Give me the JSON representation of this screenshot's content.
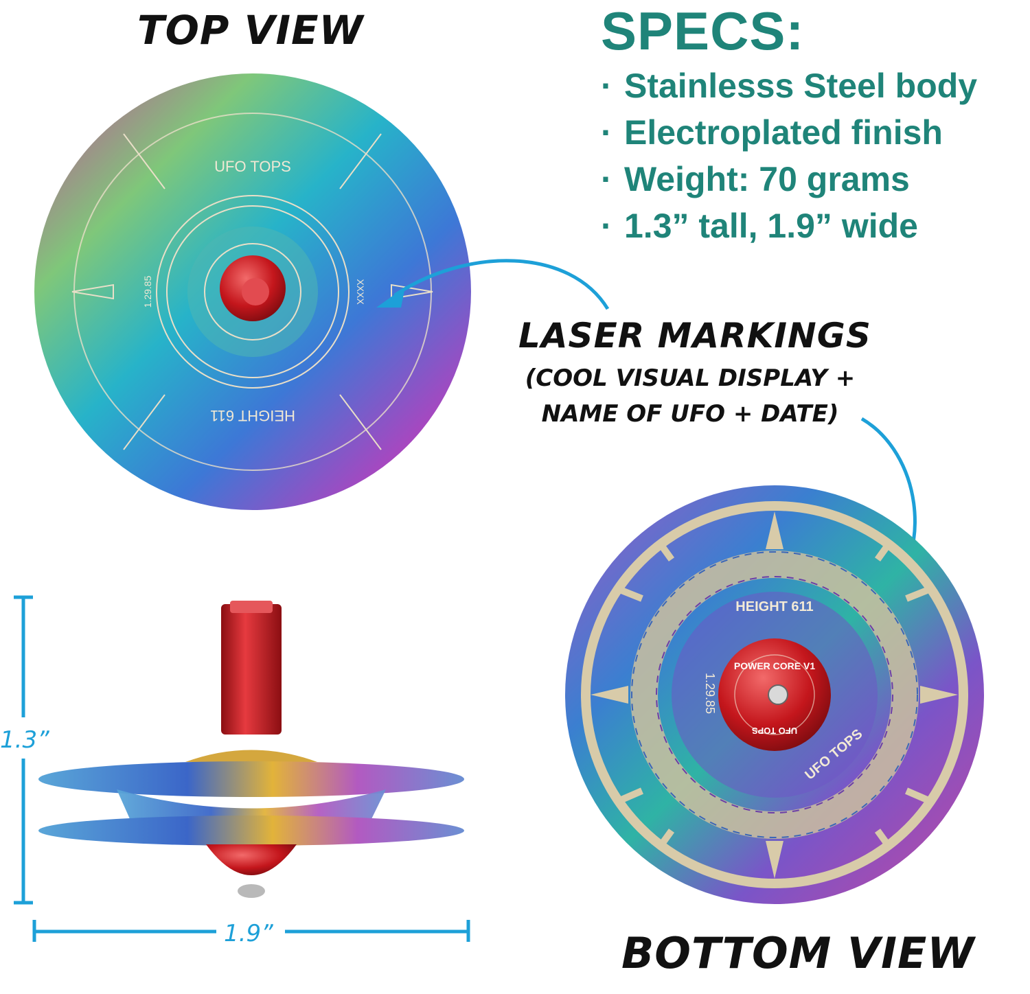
{
  "labels": {
    "top_view": "TOP VIEW",
    "bottom_view": "BOTTOM VIEW",
    "laser_title": "LASER MARKINGS",
    "laser_sub_1": "(COOL VISUAL DISPLAY +",
    "laser_sub_2": "NAME OF UFO + DATE)"
  },
  "specs": {
    "title": "SPECS:",
    "bullet": "·",
    "items": [
      "Stainlesss Steel body",
      "Electroplated finish",
      "Weight: 70 grams",
      "1.3” tall, 1.9” wide"
    ]
  },
  "dimensions": {
    "height": "1.3”",
    "width": "1.9”"
  },
  "engravings": {
    "brand": "UFO TOPS",
    "model": "HEIGHT 611",
    "date": "1.29.85",
    "core": "POWER CORE V1",
    "marks": "XXXX"
  },
  "colors": {
    "spec_text": "#1f8479",
    "dimension": "#1da0d8",
    "core": "#c4161c"
  }
}
